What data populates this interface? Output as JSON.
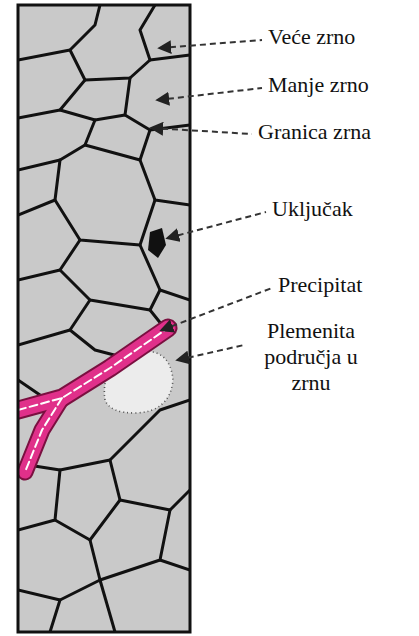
{
  "diagram": {
    "labels": [
      "Veće zrno",
      "Manje zrno",
      "Granica zrna",
      "Uključak",
      "Precipitat",
      "Plemenita područja u zrnu"
    ]
  }
}
